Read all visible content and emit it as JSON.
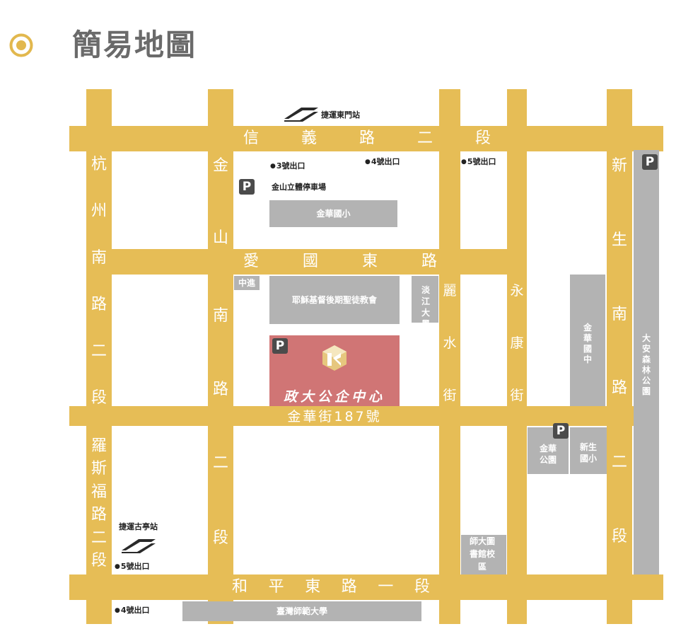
{
  "title": "簡易地圖",
  "icons": {
    "title": "target-icon",
    "mrt": "mrt-icon",
    "parking": "parking-icon",
    "logo": "center-logo-icon"
  },
  "colors": {
    "accent": "#e2b84e",
    "road": "#e6bd56",
    "venue": "#d07575",
    "landmark": "#b3b3b3",
    "parking": "#4b4b4b"
  },
  "streets": {
    "xinyi": [
      "信",
      "義",
      "路",
      "二",
      "段"
    ],
    "aiguo": [
      "愛",
      "國",
      "東",
      "路"
    ],
    "heping": [
      "和",
      "平",
      "東",
      "路",
      "一",
      "段"
    ],
    "jinhua": "金華街187號",
    "hangzhou": [
      "杭",
      "州",
      "南",
      "路",
      "二",
      "段"
    ],
    "jinshan": [
      "金",
      "山"
    ],
    "jinshan_south": [
      "南",
      "路"
    ],
    "jinshan_2": [
      "二",
      "段"
    ],
    "lishui": [
      "麗",
      "水",
      "街"
    ],
    "yongkang": [
      "永",
      "康",
      "街"
    ],
    "xinsheng": [
      "新",
      "生",
      "南",
      "路",
      "二",
      "段"
    ],
    "roosevelt": [
      "羅",
      "斯",
      "福",
      "路",
      "二",
      "段"
    ]
  },
  "landmarks": {
    "jinhua_elementary": "金華國小",
    "church": "耶穌基督後期聖徒教會",
    "zhongzhun": "中進",
    "tamkang": "淡江大學",
    "jinhua_junior_high": "金華國中",
    "daan_park": "大安森林公園",
    "jinhua_park": "金華公園",
    "xinsheng_elementary": "新生國小",
    "ntnu_library": "師大圖書館校區",
    "ntnu": "臺灣師範大學"
  },
  "places": {
    "mrt_dongmen": "捷運東門站",
    "mrt_guting": "捷運古亭站",
    "exit_3": "3號出口",
    "exit_4_top": "4號出口",
    "exit_5_top": "5號出口",
    "exit_5_bottom": "5號出口",
    "exit_4_bottom": "4號出口",
    "jinshan_parking": "金山立體停車場",
    "venue": "政大公企中心",
    "parking_letter": "P"
  }
}
